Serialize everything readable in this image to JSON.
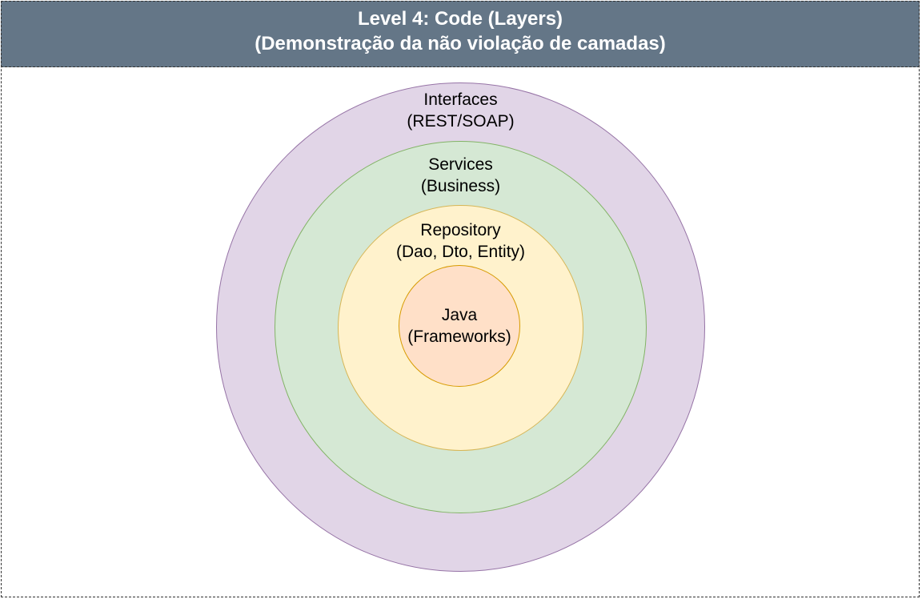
{
  "header": {
    "title": "Level 4: Code (Layers)",
    "subtitle": "(Demonstração da não violação de camadas)",
    "background": "#647687"
  },
  "layers": [
    {
      "id": "interfaces",
      "title": "Interfaces",
      "subtitle": "(REST/SOAP)",
      "fill": "#e1d5e7",
      "stroke": "#9673a6"
    },
    {
      "id": "services",
      "title": "Services",
      "subtitle": "(Business)",
      "fill": "#d5e8d4",
      "stroke": "#82b366"
    },
    {
      "id": "repository",
      "title": "Repository",
      "subtitle": "(Dao, Dto, Entity)",
      "fill": "#fff2cc",
      "stroke": "#d6b656"
    },
    {
      "id": "java",
      "title": "Java",
      "subtitle": "(Frameworks)",
      "fill": "#ffe0c8",
      "stroke": "#d79b00"
    }
  ]
}
